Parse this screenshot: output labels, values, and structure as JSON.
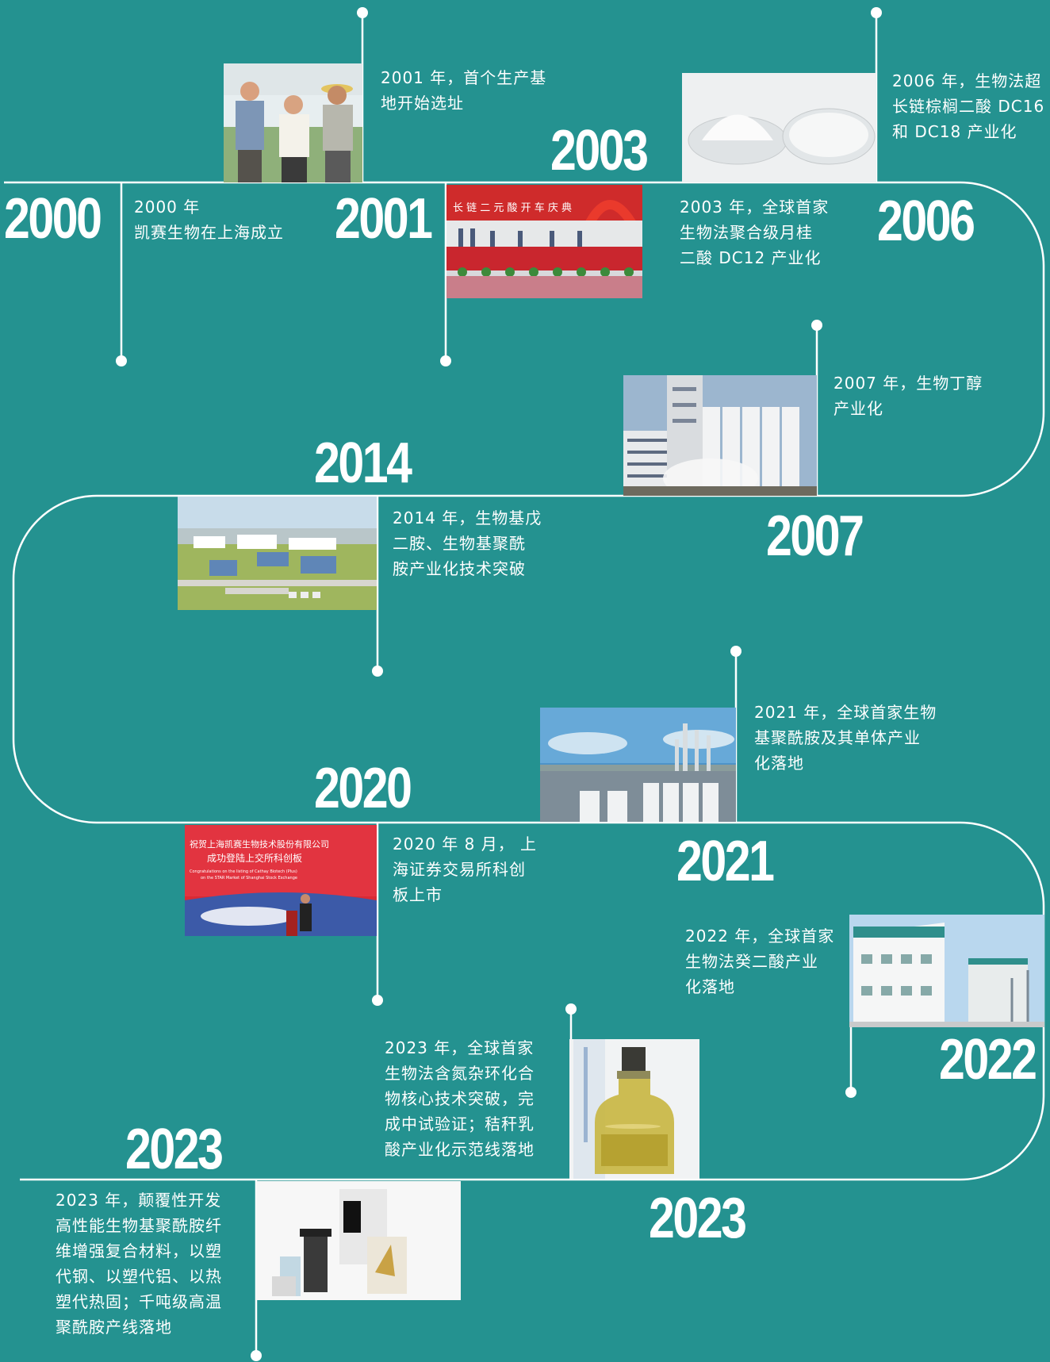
{
  "colors": {
    "background": "#249290",
    "line": "#ffffff",
    "text": "#ffffff"
  },
  "milestones": [
    {
      "year": "2000",
      "text": "2000 年\n凯赛生物在上海成立"
    },
    {
      "year": "2001",
      "text": "2001 年，首个生产基\n地开始选址"
    },
    {
      "year": "2003",
      "text": "2003 年，全球首家\n生物法聚合级月桂\n二酸 DC12 产业化"
    },
    {
      "year": "2006",
      "text": "2006 年，生物法超\n长链棕榈二酸 DC16\n和 DC18 产业化"
    },
    {
      "year": "2007",
      "text": "2007 年，生物丁醇\n产业化"
    },
    {
      "year": "2014",
      "text": "2014 年，生物基戊\n二胺、生物基聚酰\n胺产业化技术突破"
    },
    {
      "year": "2021",
      "text": "2021 年，全球首家生物\n基聚酰胺及其单体产业\n化落地"
    },
    {
      "year": "2020",
      "text": "2020 年 8 月， 上\n海证券交易所科创\n板上市"
    },
    {
      "year": "2022",
      "text": "2022 年，全球首家\n生物法癸二酸产业\n化落地"
    },
    {
      "year": "2023",
      "text": "2023 年，全球首家\n生物法含氮杂环化合\n物核心技术突破，完\n成中试验证；秸秆乳\n酸产业化示范线落地"
    },
    {
      "year": "2023",
      "text": "2023 年，颠覆性开发\n高性能生物基聚酰胺纤\n维增强复合材料，以塑\n代钢、以塑代铝、以热\n塑代热固；千吨级高温\n聚酰胺产线落地"
    }
  ],
  "photos": [
    {
      "name": "photo-founders",
      "subject": "three men standing in a field"
    },
    {
      "name": "photo-ceremony",
      "subject": "celebration ceremony with red stage and arch"
    },
    {
      "name": "photo-dc-powder",
      "subject": "white powder in petri dishes"
    },
    {
      "name": "photo-butanol-plant",
      "subject": "industrial plant with silos and steam"
    },
    {
      "name": "photo-aerial-base",
      "subject": "aerial view of production base"
    },
    {
      "name": "photo-polyamide-plant",
      "subject": "chemical plant towers and tanks"
    },
    {
      "name": "photo-listing-ceremony",
      "subject": "stock exchange listing ceremony"
    },
    {
      "name": "photo-decanedioic-plant",
      "subject": "white factory buildings"
    },
    {
      "name": "photo-yellow-bottle",
      "subject": "bottle of yellow liquid"
    },
    {
      "name": "photo-composite-products",
      "subject": "composite material products display"
    }
  ],
  "photo_texts": {
    "ceremony_banner": "长 链 二 元 酸 开 车 庆 典",
    "listing_line1": "祝贺上海凯赛生物技术股份有限公司",
    "listing_line2": "成功登陆上交所科创板",
    "listing_line3": "Congratulations on the listing of Cathay Biotech (Plus)",
    "listing_line4": "on the STAR Market of Shanghai Stock Exchange"
  }
}
